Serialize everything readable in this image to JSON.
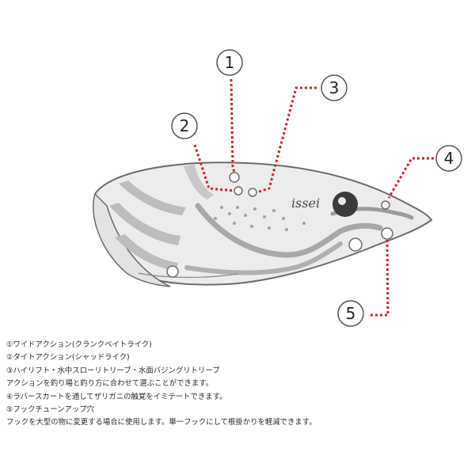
{
  "diagram": {
    "brand_logo": "issei",
    "callouts": [
      {
        "number": "1"
      },
      {
        "number": "2"
      },
      {
        "number": "3"
      },
      {
        "number": "4"
      },
      {
        "number": "5"
      }
    ]
  },
  "legend": {
    "lines": [
      "①ワイドアクション(クランクベイトライク)",
      "②タイトアクション(シャッドライク)",
      "③ハイリフト・水中スローリトリーブ・水面バジングリトリーブ",
      "アクションを釣り場と釣り方に合わせて選ぶことができます。",
      "④ラバースカートを通してザリガニの触覚をイミテートできます。",
      "⑤フックチューンアップ穴",
      "フックを大型の物に変更する場合に使用します。単一フックにして根掛かりを軽減できます。"
    ]
  },
  "colors": {
    "leader_line": "#c62828",
    "outline": "#6b6b6b",
    "body_fill": "#ececec",
    "stripe": "#bdbdbd"
  }
}
